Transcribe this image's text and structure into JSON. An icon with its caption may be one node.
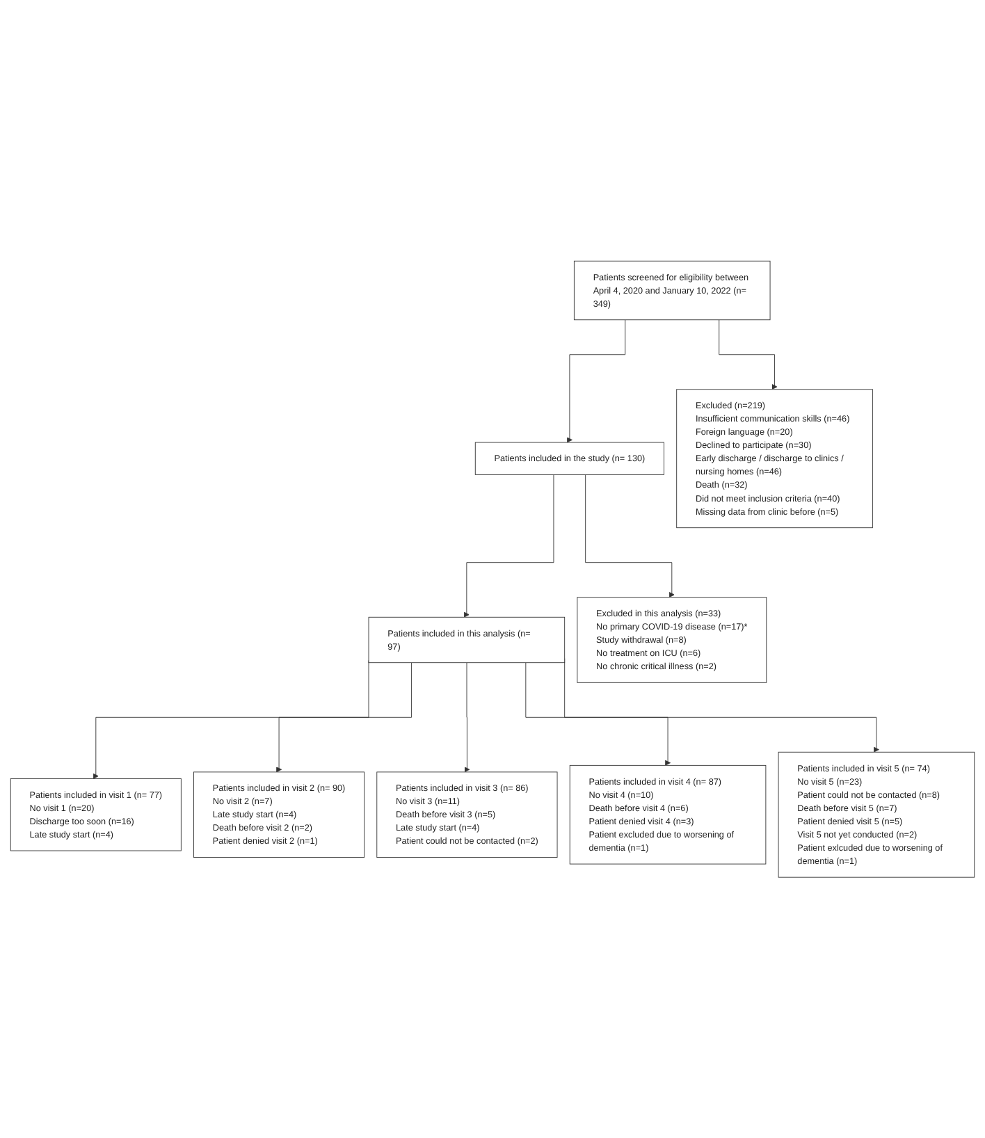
{
  "diagram": {
    "nodes": [
      {
        "text": [
          "Patients screened for eligibility between April 4, 2020 and January 10, 2022 (n= 349)"
        ]
      },
      {
        "text": [
          "Excluded (n=219)",
          "Insufficient communication skills (n=46)",
          "Foreign language (n=20)",
          "Declined to participate (n=30)",
          "Early discharge / discharge to clinics / nursing homes (n=46)",
          "Death (n=32)",
          "Did not meet inclusion criteria (n=40)",
          "Missing data from clinic before (n=5)"
        ]
      },
      {
        "text": [
          "Patients included in the study (n= 130)"
        ]
      },
      {
        "text": [
          "Excluded in this analysis (n=33)",
          "No primary COVID-19 disease (n=17)*",
          "Study withdrawal (n=8)",
          "No treatment on ICU (n=6)",
          "No chronic critical illness (n=2)"
        ]
      },
      {
        "text": [
          "Patients included in this analysis (n= 97)"
        ]
      },
      {
        "text": [
          "Patients included in visit 1 (n= 77)",
          "No visit 1 (n=20)",
          "Discharge too soon (n=16)",
          "Late study start (n=4)"
        ]
      },
      {
        "text": [
          "Patients included in visit 2 (n= 90)",
          "No visit 2 (n=7)",
          "Late study start (n=4)",
          "Death before visit 2 (n=2)",
          "Patient denied visit 2 (n=1)"
        ]
      },
      {
        "text": [
          "Patients included in visit 3 (n= 86)",
          "No visit 3 (n=11)",
          "Death before visit 3 (n=5)",
          "Late study start (n=4)",
          "Patient could not be contacted (n=2)"
        ]
      },
      {
        "text": [
          "Patients included in visit 4 (n= 87)",
          "No visit 4 (n=10)",
          "Death before visit 4 (n=6)",
          "Patient denied visit 4 (n=3)",
          "Patient excluded due to worsening of dementia (n=1)"
        ]
      },
      {
        "text": [
          "Patients included in visit 5 (n= 74)",
          "No visit 5 (n=23)",
          "Patient could not be contacted (n=8)",
          "Death before visit 5 (n=7)",
          "Patient denied visit 5 (n=5)",
          "Visit 5 not yet conducted (n=2)",
          "Patient exlcuded due to worsening of dementia (n=1)"
        ]
      }
    ],
    "edges": [
      {
        "from": 0,
        "to": 2,
        "arrow": "to"
      },
      {
        "from": 0,
        "to": 1,
        "arrow": "to"
      },
      {
        "from": 2,
        "to": 4,
        "arrow": "to"
      },
      {
        "from": 2,
        "to": 3,
        "arrow": "to"
      },
      {
        "from": 4,
        "to": 5,
        "arrow": "to"
      },
      {
        "from": 4,
        "to": 6,
        "arrow": "to"
      },
      {
        "from": 4,
        "to": 7,
        "arrow": "to"
      },
      {
        "from": 4,
        "to": 8,
        "arrow": "to"
      },
      {
        "from": 4,
        "to": 9,
        "arrow": "to"
      }
    ]
  }
}
